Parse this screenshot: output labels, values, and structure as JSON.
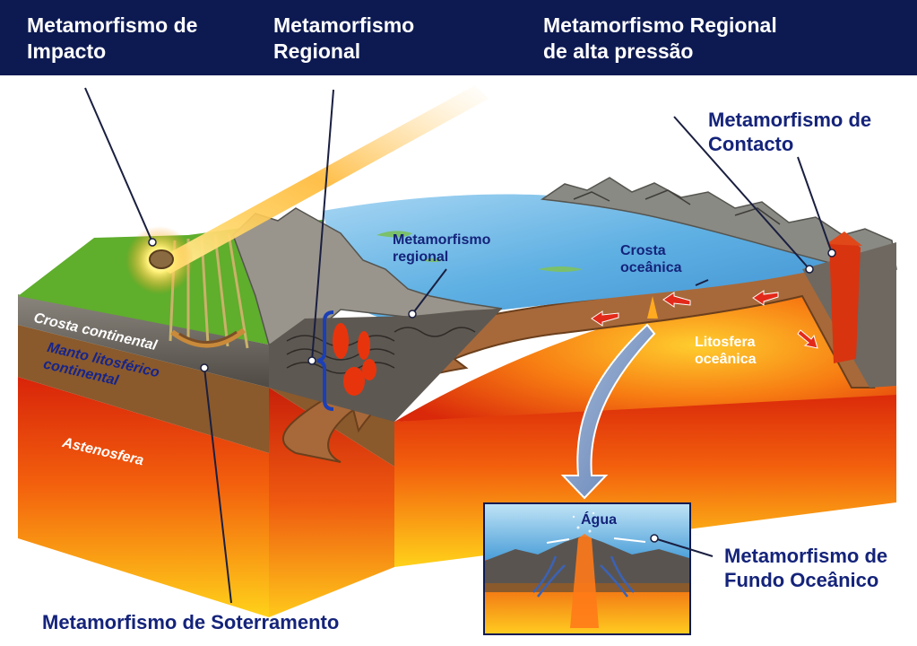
{
  "header": {
    "impact": [
      "Metamorfismo de",
      "Impacto"
    ],
    "regional": [
      "Metamorfismo",
      "Regional"
    ],
    "high_pressure": [
      "Metamorfismo Regional",
      "de alta pressão"
    ]
  },
  "labels": {
    "contact": [
      "Metamorfismo de",
      "Contacto"
    ],
    "regional_inner": [
      "Metamorfismo",
      "regional"
    ],
    "oceanic_crust": [
      "Crosta",
      "oceânica"
    ],
    "oceanic_lithosphere": [
      "Litosfera",
      "oceânica"
    ],
    "continental_crust": "Crosta continental",
    "continental_mantle": [
      "Manto litosférico",
      "continental"
    ],
    "asthenosphere": "Astenosfera",
    "water": "Água",
    "seafloor": [
      "Metamorfismo de",
      "Fundo Oceânico"
    ],
    "burial": "Metamorfismo de Soterramento"
  },
  "colors": {
    "header_bg": "#0d1a52",
    "navy_text": "#14237a",
    "ocean": "#4d9fd9",
    "magma": "#f2420c",
    "asthenosphere_top": "#d8240a",
    "asthenosphere_bottom": "#ffd21a",
    "crust_gray": "#6f6a63",
    "grass": "#5fae2c"
  }
}
